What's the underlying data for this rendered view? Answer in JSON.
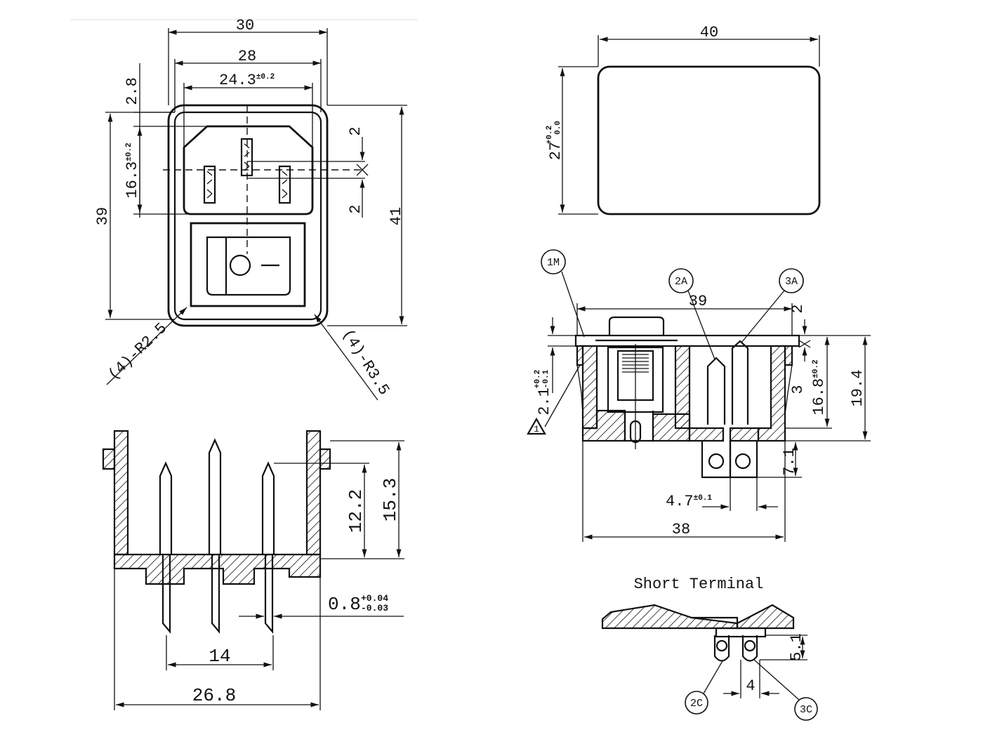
{
  "front_view": {
    "dim_width_overall": "30",
    "dim_width_inner": "28",
    "dim_pin_span": "24.3",
    "dim_pin_span_tol": "±0.2",
    "dim_top_offset": "2.8",
    "dim_inlet_height": "16.3",
    "dim_inlet_height_tol": "±0.2",
    "dim_pin_offset_top": "2",
    "dim_pin_offset_bottom": "2",
    "dim_height_inner": "39",
    "dim_height_overall": "41",
    "radius_inner": "(4)-R2.5",
    "radius_outer": "(4)-R3.5"
  },
  "side_section": {
    "dim_depth_12": "12.2",
    "dim_depth_15": "15.3",
    "dim_pin_thickness": "0.8",
    "dim_pin_thickness_tol_plus": "+0.04",
    "dim_pin_thickness_tol_minus": "-0.03",
    "dim_pin_spacing": "14",
    "dim_body_width": "26.8"
  },
  "top_view": {
    "dim_width": "40",
    "dim_height": "27",
    "dim_height_tol_plus": "+0.2",
    "dim_height_tol_minus": "0.0"
  },
  "side_view": {
    "callout_1m": "1M",
    "callout_2a": "2A",
    "callout_3a": "3A",
    "dim_39": "39",
    "dim_2": "2",
    "dim_16_8": "16.8",
    "dim_16_8_tol": "±0.2",
    "dim_19_4": "19.4",
    "dim_2_1": "2.1",
    "dim_2_1_tol_plus": "+0.2",
    "dim_2_1_tol_minus": "-0.1",
    "dim_3": "3",
    "dim_7_1": "7.1",
    "dim_4_7": "4.7",
    "dim_4_7_tol": "±0.1",
    "dim_38": "38",
    "warning_mark": "1"
  },
  "short_terminal": {
    "title": "Short Terminal",
    "dim_5_1": "5.1",
    "dim_4": "4",
    "callout_2c": "2C",
    "callout_3c": "3C"
  }
}
